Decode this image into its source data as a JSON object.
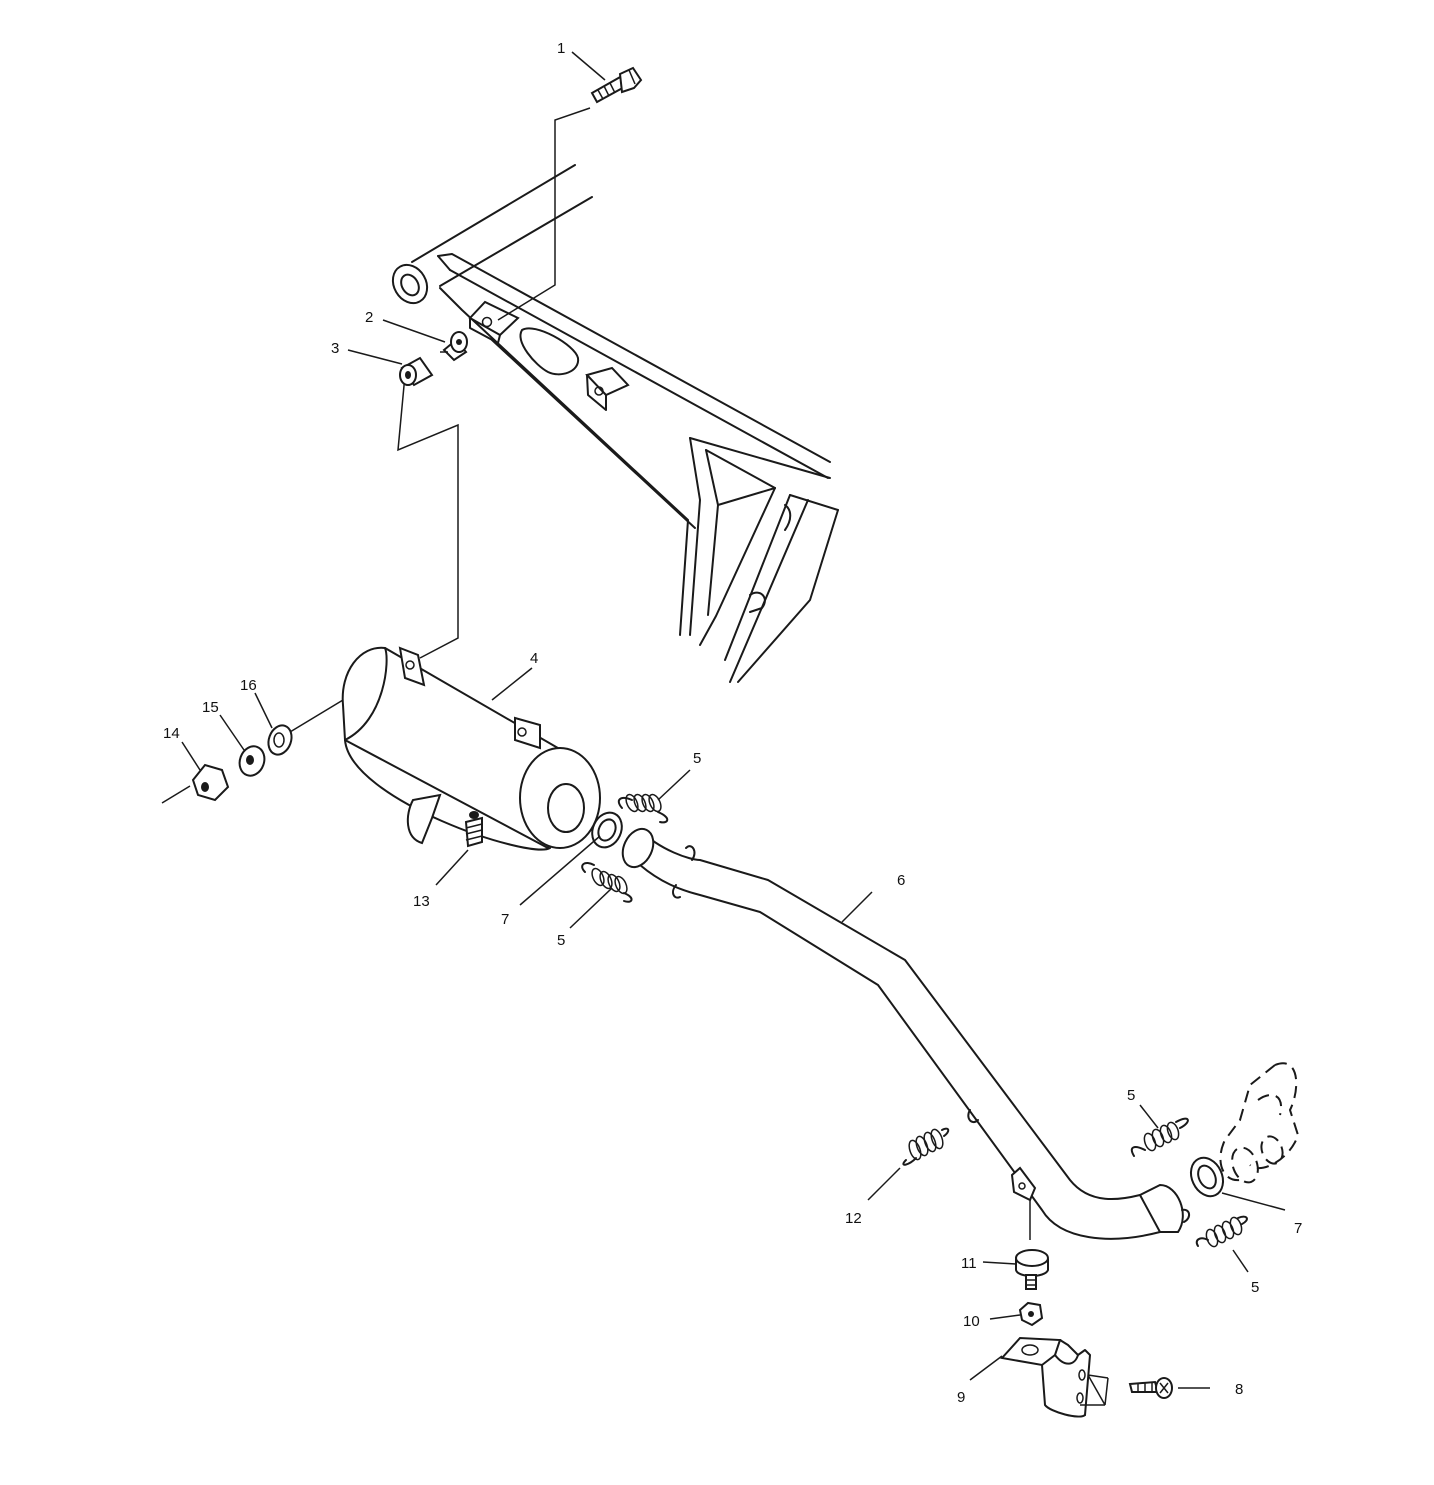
{
  "diagram": {
    "callouts": [
      {
        "id": "c1",
        "text": "1"
      },
      {
        "id": "c2",
        "text": "2"
      },
      {
        "id": "c3",
        "text": "3"
      },
      {
        "id": "c4",
        "text": "4"
      },
      {
        "id": "c5a",
        "text": "5"
      },
      {
        "id": "c5b",
        "text": "5"
      },
      {
        "id": "c5c",
        "text": "5"
      },
      {
        "id": "c5d",
        "text": "5"
      },
      {
        "id": "c6",
        "text": "6"
      },
      {
        "id": "c7a",
        "text": "7"
      },
      {
        "id": "c7b",
        "text": "7"
      },
      {
        "id": "c8",
        "text": "8"
      },
      {
        "id": "c9",
        "text": "9"
      },
      {
        "id": "c10",
        "text": "10"
      },
      {
        "id": "c11",
        "text": "11"
      },
      {
        "id": "c12",
        "text": "12"
      },
      {
        "id": "c13",
        "text": "13"
      },
      {
        "id": "c14",
        "text": "14"
      },
      {
        "id": "c15",
        "text": "15"
      },
      {
        "id": "c16",
        "text": "16"
      }
    ]
  }
}
